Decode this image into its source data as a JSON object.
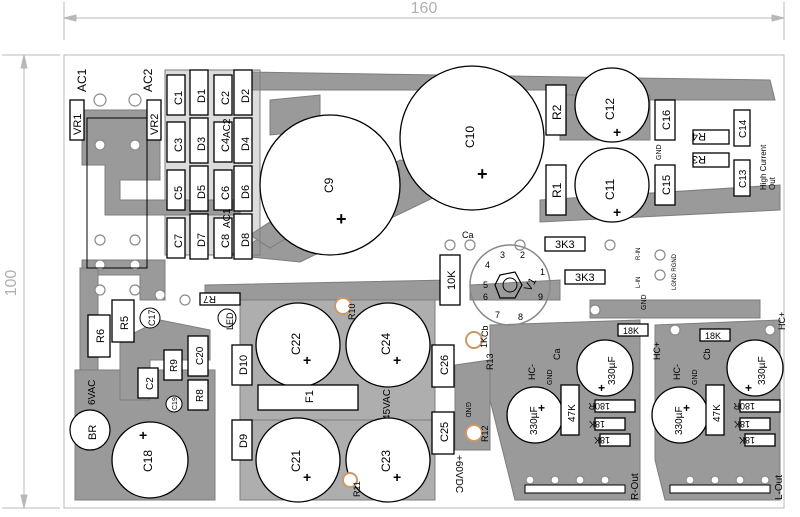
{
  "dimensions": {
    "width": "160",
    "height": "100"
  },
  "labels": {
    "ac1": "AC1",
    "ac2": "AC2",
    "vr1": "VR1",
    "vr2": "VR2",
    "c1": "C1",
    "c2": "C2",
    "c3": "C3",
    "c4": "C4",
    "c5": "C5",
    "c6": "C6",
    "c7": "C7",
    "c8": "C8",
    "d1": "D1",
    "d2": "D2",
    "d3": "D3",
    "d4": "D4",
    "d5": "D5",
    "d6": "D6",
    "d7": "D7",
    "d8": "D8",
    "ac_mid1": "AC2",
    "ac_mid2": "AC1",
    "c9": "C9",
    "c10": "C10",
    "c11": "C11",
    "c12": "C12",
    "c13": "C13",
    "c14": "C14",
    "c15": "C15",
    "c16": "C16",
    "r1": "R1",
    "r2": "R2",
    "r3": "R3",
    "r4": "R4",
    "gnd": "GND",
    "high_current_out": "High Current\nOut",
    "ca": "Ca",
    "cb": "Cb",
    "r_in": "R-IN",
    "l_in": "L-IN",
    "lgnd_rgnd": "LGND RGND",
    "k3k3a": "3K3",
    "k3k3b": "3K3",
    "k10": "10K",
    "v1": "V1",
    "pin1": "1",
    "pin2": "2",
    "pin3": "3",
    "pin4": "4",
    "pin5": "5",
    "pin6": "6",
    "pin7": "7",
    "pin8": "8",
    "pin9": "9",
    "r7": "R7",
    "led": "LED",
    "r10": "R10",
    "k1": "1K",
    "r13": "R13",
    "r6": "R6",
    "r5": "R5",
    "c17": "C17",
    "r9": "R9",
    "c20": "C20",
    "c22": "C22",
    "c24": "C24",
    "d10": "D10",
    "c26": "C26",
    "vac6": "6VAC",
    "c19": "C19",
    "r8": "R8",
    "br": "BR",
    "c18": "C18",
    "f1": "F1",
    "vac45": "45VAC",
    "d9": "D9",
    "c21": "C21",
    "c23": "C23",
    "c25": "C25",
    "r11": "R11",
    "r12": "R12",
    "vdc60": "+60VDC",
    "hc_minus": "HC-",
    "hc_plus": "HC+",
    "uf330": "330µF",
    "k47": "47K",
    "k18": "18K",
    "r180": "180R",
    "r_out": "R-Out",
    "l_out": "L-Out",
    "plus": "+",
    "c_label": "C"
  }
}
